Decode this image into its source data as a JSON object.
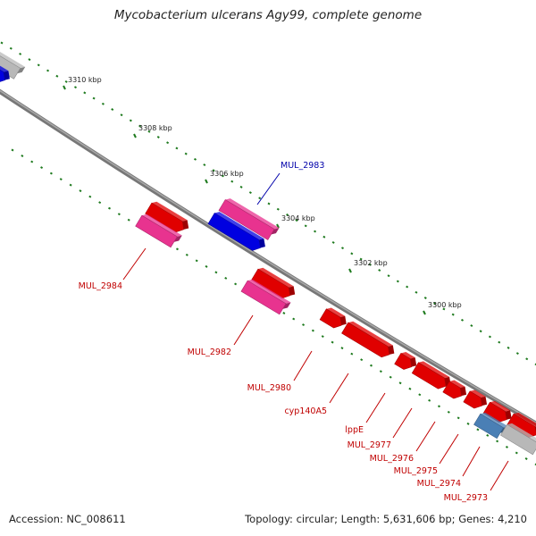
{
  "title": "Mycobacterium ulcerans Agy99, complete genome",
  "accession": "Accession: NC_008611",
  "summary": "Topology: circular; Length: 5,631,606 bp; Genes: 4,210",
  "colors": {
    "backbone": "#8a8a8a",
    "ticks": "#1e7a1e",
    "gene_red": "#e00000",
    "gene_pink": "#e8338f",
    "gene_blue": "#0000e0",
    "gene_steel": "#4a7fb5",
    "gene_gray": "#b8b8b8",
    "label_red": "#c00000",
    "label_blue": "#0000aa"
  },
  "ticks": [
    {
      "label": "3310 kbp"
    },
    {
      "label": "3308 kbp"
    },
    {
      "label": "3306 kbp"
    },
    {
      "label": "3304 kbp"
    },
    {
      "label": "3302 kbp"
    },
    {
      "label": "3300 kbp"
    }
  ],
  "genes": [
    {
      "label": "MUL_2984",
      "strand": "minus",
      "color": "pink"
    },
    {
      "label": "MUL_2983",
      "strand": "plus",
      "color": "blue"
    },
    {
      "label": "MUL_2982",
      "strand": "minus",
      "color": "pink"
    },
    {
      "label": "MUL_2980",
      "strand": "minus",
      "color": "red"
    },
    {
      "label": "cyp140A5",
      "strand": "minus",
      "color": "red"
    },
    {
      "label": "lppE",
      "strand": "minus",
      "color": "red"
    },
    {
      "label": "MUL_2977",
      "strand": "minus",
      "color": "red"
    },
    {
      "label": "MUL_2976",
      "strand": "minus",
      "color": "red"
    },
    {
      "label": "MUL_2975",
      "strand": "minus",
      "color": "red"
    },
    {
      "label": "MUL_2974",
      "strand": "minus",
      "color": "steel"
    },
    {
      "label": "MUL_2973",
      "strand": "minus",
      "color": "gray"
    }
  ]
}
